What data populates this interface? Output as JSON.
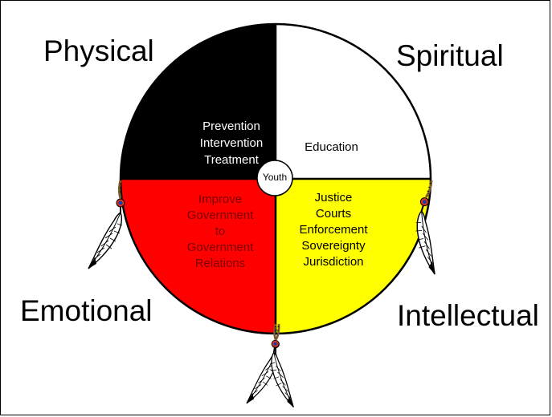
{
  "corners": {
    "top_left": "Physical",
    "top_right": "Spiritual",
    "bottom_left": "Emotional",
    "bottom_right": "Intellectual"
  },
  "center_label": "Youth",
  "quadrants": {
    "top_left": {
      "lines": [
        "Prevention",
        "Intervention",
        "Treatment"
      ],
      "fill": "#000000",
      "text_color": "#ffffff"
    },
    "top_right": {
      "lines": [
        "Education"
      ],
      "fill": "#ffffff",
      "text_color": "#000000"
    },
    "bottom_left": {
      "lines": [
        "Improve",
        "Government",
        "to",
        "Government",
        "Relations"
      ],
      "fill": "#ff0000",
      "text_color": "#7a0000"
    },
    "bottom_right": {
      "lines": [
        "Justice",
        "Courts",
        "Enforcement",
        "Sovereignty",
        "Jurisdiction"
      ],
      "fill": "#ffff00",
      "text_color": "#000000"
    }
  },
  "feathers": {
    "count": 4,
    "icon": "feather-icon"
  }
}
